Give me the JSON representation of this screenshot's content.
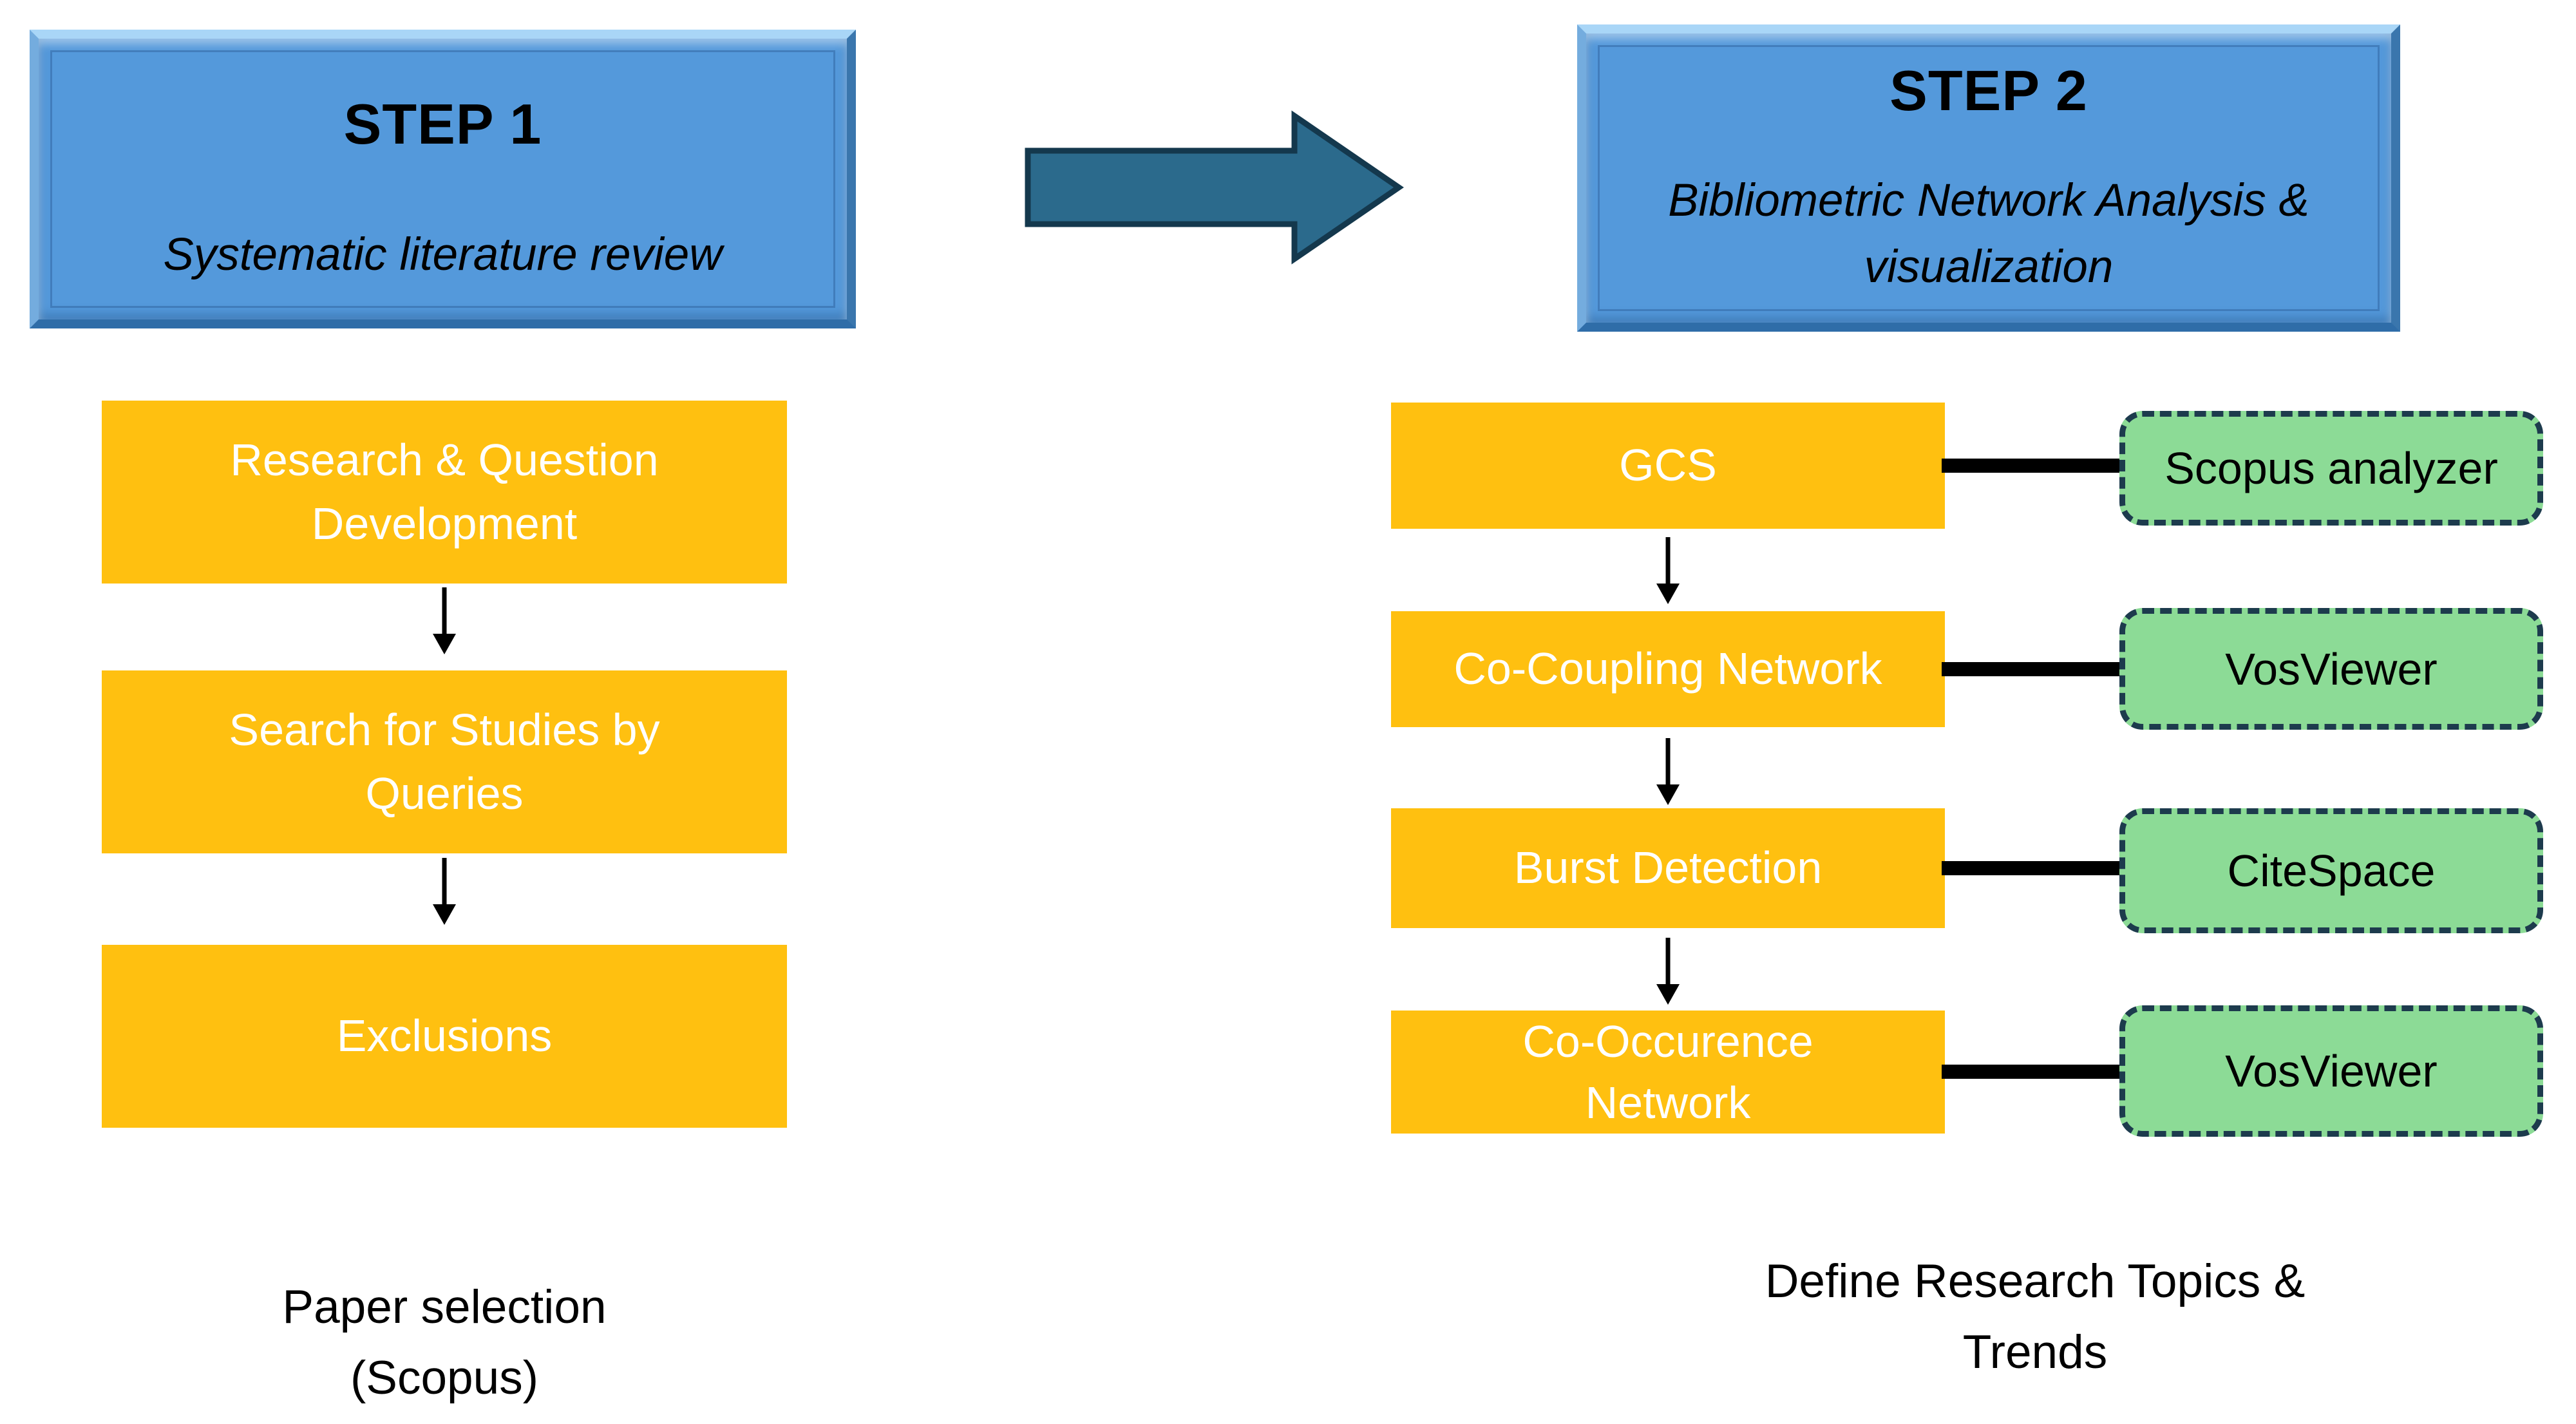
{
  "colors": {
    "step_box_fill": "#5499DB",
    "step_box_highlight": "#A9D6F7",
    "step_box_shadow": "#2F6DA8",
    "process_box_fill": "#FFC010",
    "process_box_text": "#FFFFFF",
    "tool_box_fill": "#8CDB96",
    "tool_box_border": "#1D3B4D",
    "big_arrow_fill": "#2B6A8C",
    "big_arrow_border": "#14384D",
    "connector": "#000000",
    "caption_text": "#000000"
  },
  "icons": {
    "big_arrow": "right-block-arrow",
    "flow_arrow": "down-arrow"
  },
  "step1": {
    "title": "STEP 1",
    "subtitle": "Systematic literature review",
    "flow_boxes": [
      {
        "line1": "Research & Question",
        "line2": "Development"
      },
      {
        "line1": "Search for Studies by",
        "line2": "Queries"
      },
      {
        "line1": "Exclusions",
        "line2": ""
      }
    ],
    "caption": {
      "line1": "Paper selection",
      "line2": "(Scopus)"
    }
  },
  "step2": {
    "title": "STEP 2",
    "subtitle": {
      "line1": "Bibliometric Network Analysis &",
      "line2": "visualization"
    },
    "rows": [
      {
        "label_line1": "GCS",
        "label_line2": "",
        "tool": "Scopus analyzer"
      },
      {
        "label_line1": "Co-Coupling Network",
        "label_line2": "",
        "tool": "VosViewer"
      },
      {
        "label_line1": "Burst Detection",
        "label_line2": "",
        "tool": "CiteSpace"
      },
      {
        "label_line1": "Co-Occurence",
        "label_line2": "Network",
        "tool": "VosViewer"
      }
    ],
    "caption": {
      "line1": "Define Research Topics &",
      "line2": "Trends"
    }
  }
}
